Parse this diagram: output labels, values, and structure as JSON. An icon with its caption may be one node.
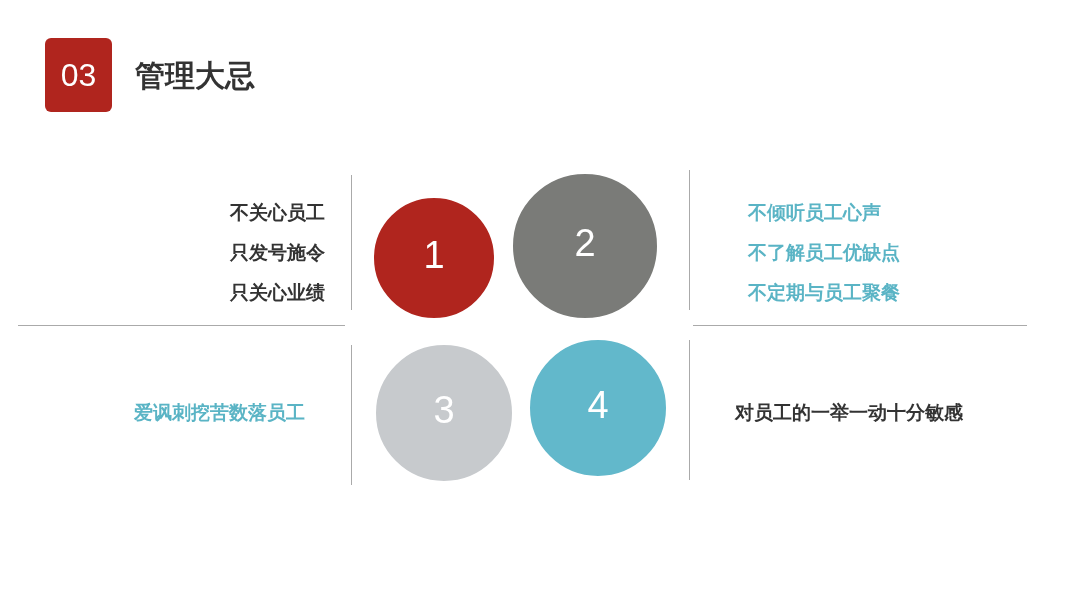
{
  "diagram": {
    "title": "管理大忌",
    "nodes": [
      {
        "text": [
          "03"
        ]
      },
      {
        "text": [
          "1"
        ],
        "beside": [
          "不关心员工",
          "只发号施令",
          "只关心业绩"
        ]
      },
      {
        "text": [
          "2"
        ],
        "beside": [
          "不倾听员工心声",
          "不了解员工优缺点",
          "不定期与员工聚餐"
        ]
      },
      {
        "text": [
          "3"
        ],
        "beside": [
          "爱讽刺挖苦数落员工"
        ]
      },
      {
        "text": [
          "4"
        ],
        "beside": [
          "对员工的一举一动十分敏感"
        ]
      }
    ],
    "edges": []
  }
}
